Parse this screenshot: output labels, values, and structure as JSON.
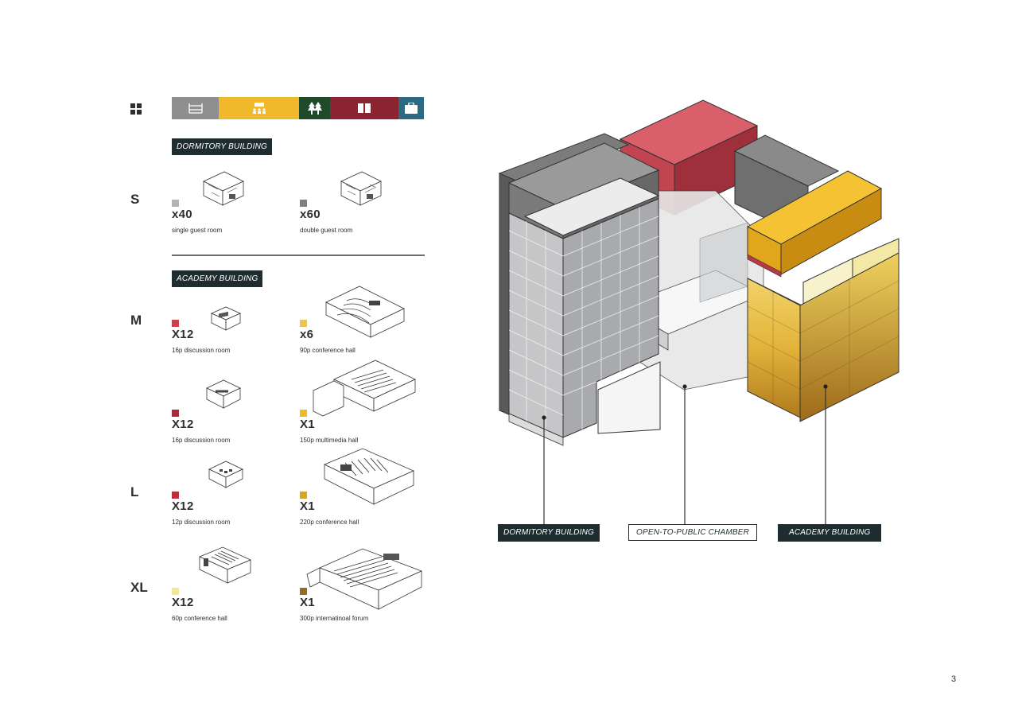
{
  "legend": {
    "icon": "grid-icon",
    "categories": [
      {
        "icon": "bunk-bed-icon",
        "color": "#8f8f8f"
      },
      {
        "icon": "conference-icon",
        "color": "#f0b92b"
      },
      {
        "icon": "trees-icon",
        "color": "#1f4a2c"
      },
      {
        "icon": "book-icon",
        "color": "#8b2330"
      },
      {
        "icon": "briefcase-icon",
        "color": "#2c6a82"
      }
    ]
  },
  "dormitory": {
    "tag": "DORMITORY BUILDING",
    "size": "S",
    "items": [
      {
        "count": "x40",
        "desc": "single guest room",
        "color": "#b3b3b3"
      },
      {
        "count": "x60",
        "desc": "double guest room",
        "color": "#808080"
      }
    ]
  },
  "academy": {
    "tag": "ACADEMY BUILDING",
    "rows": [
      {
        "size": "M",
        "items": [
          {
            "count": "X12",
            "desc": "16p discussion room",
            "color": "#c9424c"
          },
          {
            "count": "x6",
            "desc": "90p conference hall",
            "color": "#eec356"
          }
        ]
      },
      {
        "size": "",
        "items": [
          {
            "count": "X12",
            "desc": "16p discussion room",
            "color": "#a82c37"
          },
          {
            "count": "X1",
            "desc": "150p multimedia hall",
            "color": "#f0b92b"
          }
        ]
      },
      {
        "size": "L",
        "items": [
          {
            "count": "X12",
            "desc": "12p discussion room",
            "color": "#b8313c"
          },
          {
            "count": "X1",
            "desc": "220p conference hall",
            "color": "#d8a526"
          }
        ]
      },
      {
        "size": "XL",
        "items": [
          {
            "count": "X12",
            "desc": "60p conference hall",
            "color": "#f1e69a"
          },
          {
            "count": "X1",
            "desc": "300p internatinoal forum",
            "color": "#9c6a26"
          }
        ]
      }
    ]
  },
  "callouts": {
    "dormitory": "DORMITORY BUILDING",
    "chamber": "OPEN-TO-PUBLIC CHAMBER",
    "academy": "ACADEMY BUILDING"
  },
  "page_number": "3"
}
